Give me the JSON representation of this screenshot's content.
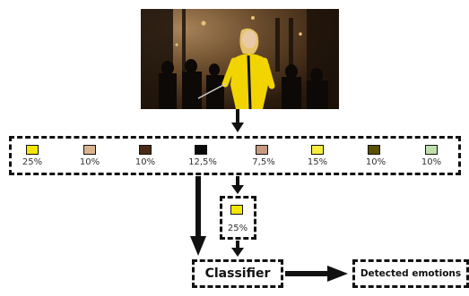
{
  "image": {
    "description_icon": "film-still-icon"
  },
  "palette": {
    "swatches": [
      {
        "color": "#f5e600",
        "label": "25%"
      },
      {
        "color": "#d9b58f",
        "label": "10%"
      },
      {
        "color": "#4a2a16",
        "label": "10%"
      },
      {
        "color": "#0b0b0b",
        "label": "12,5%"
      },
      {
        "color": "#c79a80",
        "label": "7,5%"
      },
      {
        "color": "#f7ee3a",
        "label": "15%"
      },
      {
        "color": "#5a5200",
        "label": "10%"
      },
      {
        "color": "#bfe0a8",
        "label": "10%"
      }
    ]
  },
  "selected": {
    "color": "#f5e600",
    "label": "25%"
  },
  "classifier": {
    "label": "Classifier"
  },
  "output": {
    "label": "Detected emotions"
  }
}
